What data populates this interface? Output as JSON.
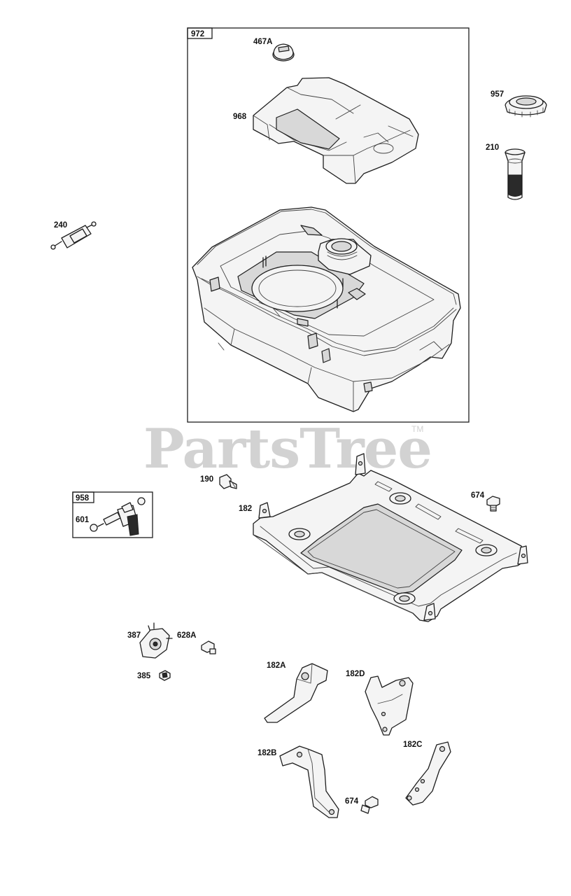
{
  "watermark": {
    "text": "PartsTree",
    "trademark": "TM"
  },
  "groups": {
    "g972": "972",
    "g958": "958"
  },
  "labels": {
    "p467A": "467A",
    "p968": "968",
    "p957": "957",
    "p210": "210",
    "p240": "240",
    "p190": "190",
    "p182": "182",
    "p674a": "674",
    "p601": "601",
    "p387": "387",
    "p628A": "628A",
    "p385": "385",
    "p182A": "182A",
    "p182D": "182D",
    "p182B": "182B",
    "p182C": "182C",
    "p674b": "674"
  }
}
